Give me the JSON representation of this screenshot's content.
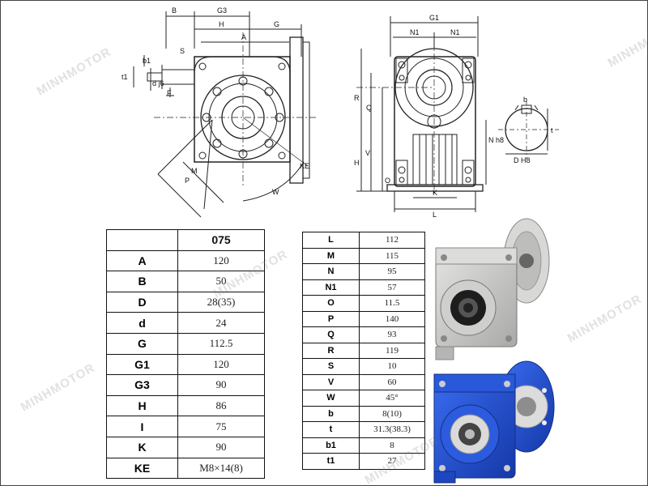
{
  "watermark": "MINHMOTOR",
  "drawing_labels": {
    "left_view": [
      "B",
      "G3",
      "H",
      "G",
      "A",
      "S",
      "b1",
      "t1",
      "d j6",
      "F",
      "P",
      "M",
      "W",
      "KE"
    ],
    "front_view": [
      "G1",
      "N1",
      "N1",
      "R",
      "Q",
      "H",
      "V",
      "O",
      "N h8",
      "K",
      "L"
    ],
    "bore": [
      "b",
      "t",
      "D H8"
    ]
  },
  "table_left": {
    "header": "075",
    "rows": [
      {
        "label": "A",
        "value": "120"
      },
      {
        "label": "B",
        "value": "50"
      },
      {
        "label": "D",
        "value": "28(35)"
      },
      {
        "label": "d",
        "value": "24"
      },
      {
        "label": "G",
        "value": "112.5"
      },
      {
        "label": "G1",
        "value": "120"
      },
      {
        "label": "G3",
        "value": "90"
      },
      {
        "label": "H",
        "value": "86"
      },
      {
        "label": "I",
        "value": "75"
      },
      {
        "label": "K",
        "value": "90"
      },
      {
        "label": "KE",
        "value": "M8×14(8)"
      }
    ]
  },
  "table_right": {
    "rows": [
      {
        "label": "L",
        "value": "112"
      },
      {
        "label": "M",
        "value": "115"
      },
      {
        "label": "N",
        "value": "95"
      },
      {
        "label": "N1",
        "value": "57"
      },
      {
        "label": "O",
        "value": "11.5"
      },
      {
        "label": "P",
        "value": "140"
      },
      {
        "label": "Q",
        "value": "93"
      },
      {
        "label": "R",
        "value": "119"
      },
      {
        "label": "S",
        "value": "10"
      },
      {
        "label": "V",
        "value": "60"
      },
      {
        "label": "W",
        "value": "45°"
      },
      {
        "label": "b",
        "value": "8(10)"
      },
      {
        "label": "t",
        "value": "31.3(38.3)"
      },
      {
        "label": "b1",
        "value": "8"
      },
      {
        "label": "t1",
        "value": "27"
      }
    ]
  },
  "colors": {
    "silver_body": "#c9c9c7",
    "blue_body": "#1f4fd1",
    "line": "#222222"
  }
}
